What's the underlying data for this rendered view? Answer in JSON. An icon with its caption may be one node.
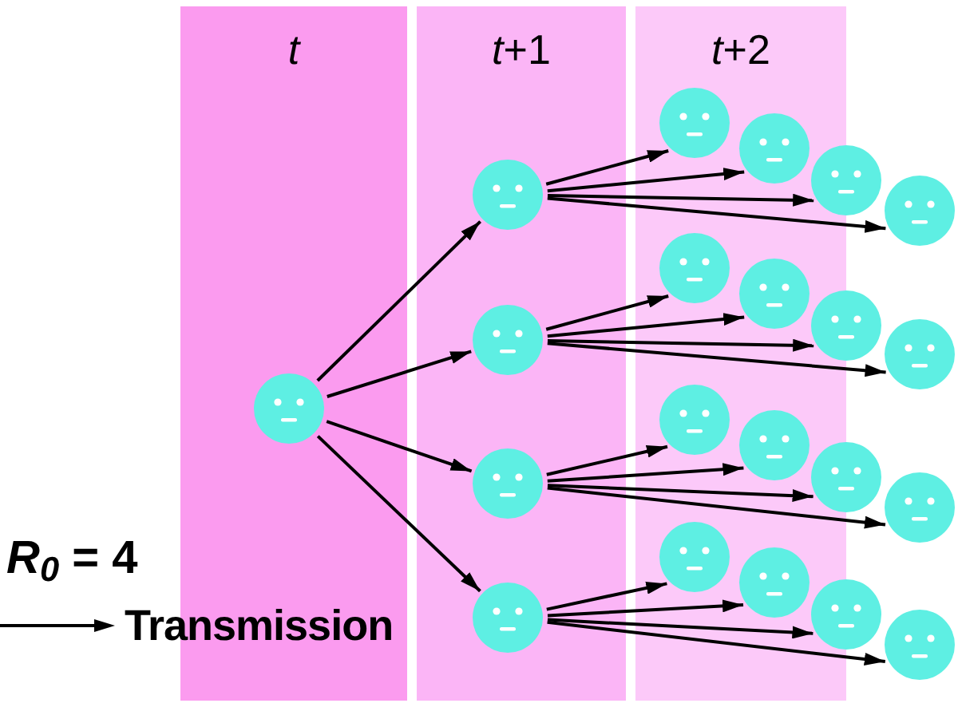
{
  "diagram": {
    "nodes": [
      {
        "text": [
          "t"
        ]
      },
      {
        "text": [
          "*t*+1"
        ]
      },
      {
        "text": [
          "*t*+2"
        ]
      },
      {
        "text": [],
        "shape": "face",
        "in": 0
      },
      {
        "text": [],
        "shape": "face",
        "in": 1
      },
      {
        "text": [],
        "shape": "face",
        "in": 1
      },
      {
        "text": [],
        "shape": "face",
        "in": 1
      },
      {
        "text": [],
        "shape": "face",
        "in": 1
      },
      {
        "text": [],
        "shape": "face",
        "in": 2
      },
      {
        "text": [],
        "shape": "face",
        "in": 2
      },
      {
        "text": [],
        "shape": "face"
      },
      {
        "text": [],
        "shape": "face"
      },
      {
        "text": [],
        "shape": "face",
        "in": 2
      },
      {
        "text": [],
        "shape": "face",
        "in": 2
      },
      {
        "text": [],
        "shape": "face"
      },
      {
        "text": [],
        "shape": "face"
      },
      {
        "text": [],
        "shape": "face",
        "in": 2
      },
      {
        "text": [],
        "shape": "face",
        "in": 2
      },
      {
        "text": [],
        "shape": "face"
      },
      {
        "text": [],
        "shape": "face"
      },
      {
        "text": [],
        "shape": "face",
        "in": 2
      },
      {
        "text": [],
        "shape": "face",
        "in": 2
      },
      {
        "text": [],
        "shape": "face"
      },
      {
        "text": [],
        "shape": "face"
      }
    ],
    "edges": [
      {
        "from": 3,
        "to": 4,
        "arrow": "to"
      },
      {
        "from": 3,
        "to": 5,
        "arrow": "to"
      },
      {
        "from": 3,
        "to": 6,
        "arrow": "to"
      },
      {
        "from": 3,
        "to": 7,
        "arrow": "to"
      },
      {
        "from": 4,
        "to": 8,
        "arrow": "to"
      },
      {
        "from": 4,
        "to": 9,
        "arrow": "to"
      },
      {
        "from": 4,
        "to": 10,
        "arrow": "to"
      },
      {
        "from": 4,
        "to": 11,
        "arrow": "to"
      },
      {
        "from": 5,
        "to": 12,
        "arrow": "to"
      },
      {
        "from": 5,
        "to": 13,
        "arrow": "to"
      },
      {
        "from": 5,
        "to": 14,
        "arrow": "to"
      },
      {
        "from": 5,
        "to": 15,
        "arrow": "to"
      },
      {
        "from": 6,
        "to": 16,
        "arrow": "to"
      },
      {
        "from": 6,
        "to": 17,
        "arrow": "to"
      },
      {
        "from": 6,
        "to": 18,
        "arrow": "to"
      },
      {
        "from": 6,
        "to": 19,
        "arrow": "to"
      },
      {
        "from": 7,
        "to": 20,
        "arrow": "to"
      },
      {
        "from": 7,
        "to": 21,
        "arrow": "to"
      },
      {
        "from": 7,
        "to": 22,
        "arrow": "to"
      },
      {
        "from": 7,
        "to": 23,
        "arrow": "to"
      }
    ],
    "labels": [
      "*R*$_{0}$ = 4"
    ],
    "legend": [
      {
        "text": "Transmission"
      }
    ]
  }
}
